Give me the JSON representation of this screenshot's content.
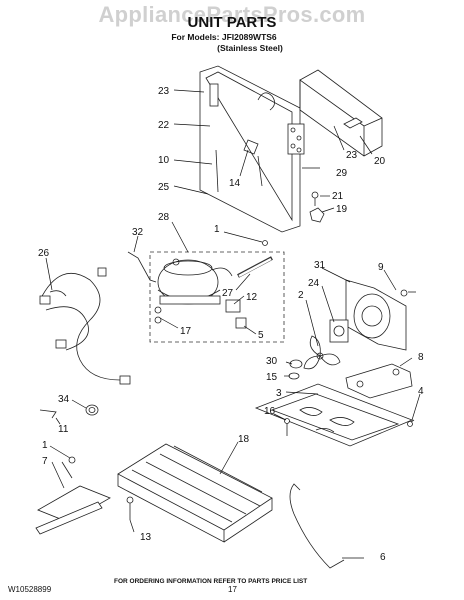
{
  "watermark": "AppliancePartsPros.com",
  "title": "UNIT PARTS",
  "models_line": "For Models: JFI2089WTS6",
  "finish_line": "(Stainless Steel)",
  "footer_note": "FOR ORDERING INFORMATION REFER TO PARTS PRICE LIST",
  "doc_number": "W10528899",
  "page_number": "17",
  "callouts": [
    "23",
    "22",
    "10",
    "25",
    "14",
    "23",
    "29",
    "20",
    "21",
    "19",
    "28",
    "1",
    "32",
    "26",
    "27",
    "12",
    "17",
    "5",
    "31",
    "9",
    "2",
    "24",
    "30",
    "15",
    "3",
    "8",
    "4",
    "34",
    "11",
    "16",
    "18",
    "1",
    "7",
    "13",
    "6"
  ]
}
